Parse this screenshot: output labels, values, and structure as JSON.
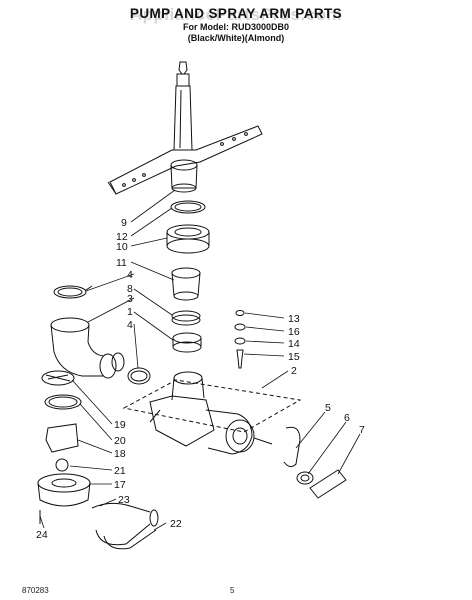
{
  "header": {
    "title": "PUMP AND SPRAY ARM PARTS",
    "watermark": "AppliancePartsPros.com",
    "model_line": "For Model: RUD3000DB0",
    "color_line": "(Black/White)(Almond)"
  },
  "callouts": {
    "c9": "9",
    "c12": "12",
    "c10": "10",
    "c11": "11",
    "c4a": "4",
    "c8": "8",
    "c3": "3",
    "c1": "1",
    "c4b": "4",
    "c13": "13",
    "c16": "16",
    "c14": "14",
    "c15": "15",
    "c2": "2",
    "c19": "19",
    "c20": "20",
    "c18": "18",
    "c21": "21",
    "c17": "17",
    "c23": "23",
    "c24": "24",
    "c22": "22",
    "c5": "5",
    "c6": "6",
    "c7": "7"
  },
  "footer": {
    "code": "870283",
    "page": "5"
  }
}
